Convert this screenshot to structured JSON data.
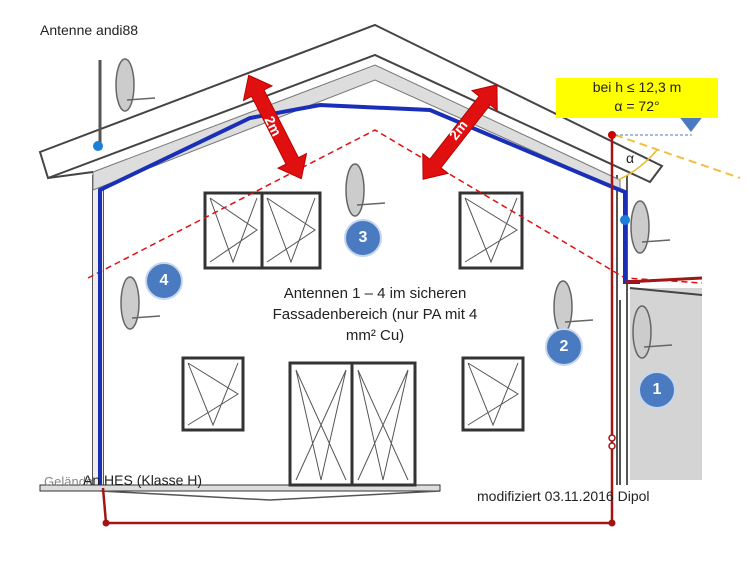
{
  "title": "Antenne andi88",
  "condition": {
    "line1": "bei h ≤ 12,3 m",
    "line2": "α  = 72°"
  },
  "angle_symbol": "α",
  "center_text": "Antennen 1 – 4 im sicheren Fassadenbereich (nur PA mit 4 mm² Cu)",
  "distance_labels": [
    "2m",
    "2m"
  ],
  "antenna_numbers": [
    "1",
    "2",
    "3",
    "4"
  ],
  "ground_label": "Gelände",
  "hes_label": "An HES (Klasse H)",
  "footer": "modifiziert 03.11.2016  Dipol",
  "colors": {
    "conductor_blue": "#1a2fb8",
    "ground_red": "#a31515",
    "arrow_red": "#e01010",
    "highlight_yellow": "#ffff00",
    "badge_blue": "#4a7bc0"
  }
}
